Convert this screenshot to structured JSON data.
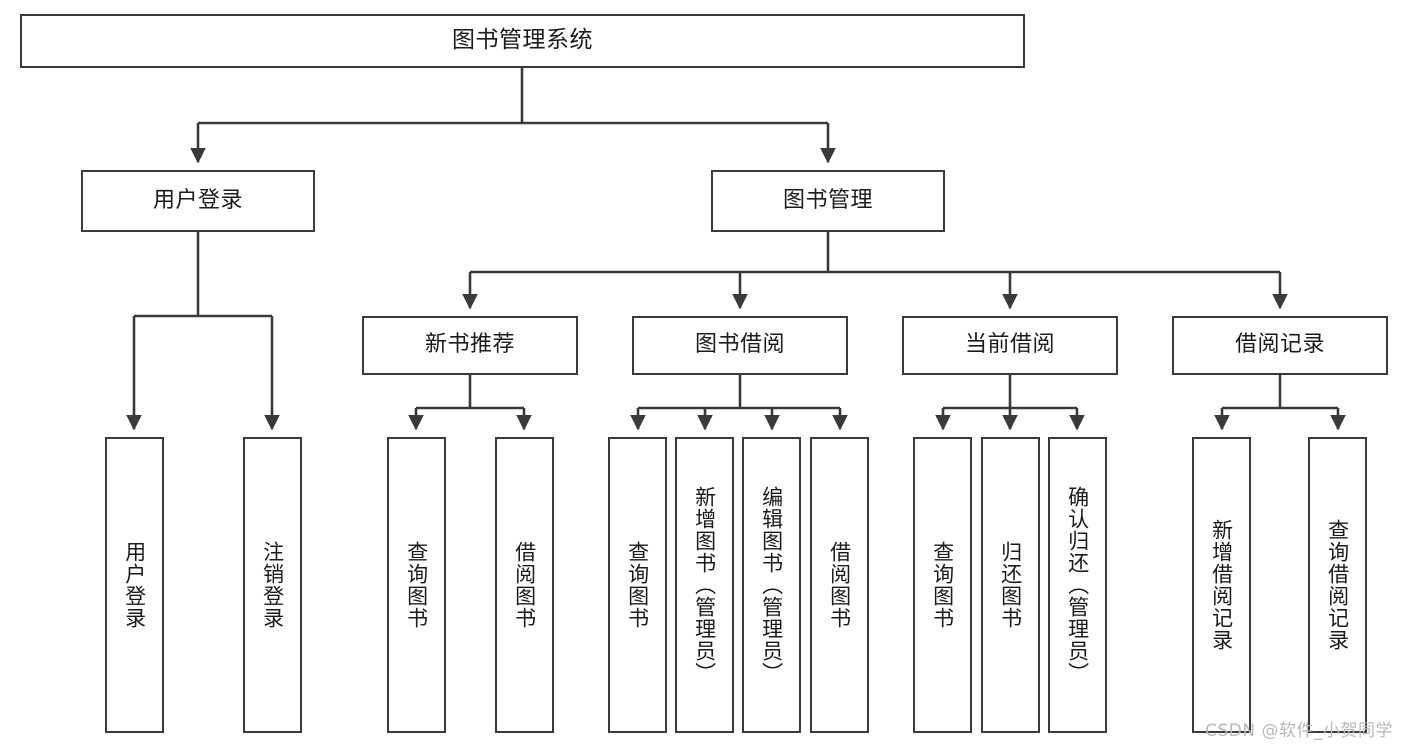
{
  "diagram": {
    "title": "图书管理系统",
    "type": "tree",
    "orientation": "top-down",
    "style": {
      "node_fill": "#ffffff",
      "node_border": "#3a3a3a",
      "edge_color": "#3a3a3a",
      "text_color": "#1b1b1b",
      "background": "#ffffff",
      "watermark_color": "#b9b9b9"
    },
    "nodes": {
      "root": {
        "id": "root",
        "label": "图书管理系统",
        "level": 1,
        "text_direction": "horizontal"
      },
      "level2": [
        {
          "id": "user-login",
          "label": "用户登录",
          "level": 2,
          "text_direction": "horizontal"
        },
        {
          "id": "book-manage",
          "label": "图书管理",
          "level": 2,
          "text_direction": "horizontal"
        }
      ],
      "level3": [
        {
          "id": "new-book-rec",
          "label": "新书推荐",
          "level": 3,
          "parent": "book-manage",
          "text_direction": "horizontal"
        },
        {
          "id": "book-borrow",
          "label": "图书借阅",
          "level": 3,
          "parent": "book-manage",
          "text_direction": "horizontal"
        },
        {
          "id": "current-borrow",
          "label": "当前借阅",
          "level": 3,
          "parent": "book-manage",
          "text_direction": "horizontal"
        },
        {
          "id": "borrow-record",
          "label": "借阅记录",
          "level": 3,
          "parent": "book-manage",
          "text_direction": "horizontal"
        }
      ],
      "leaves": [
        {
          "id": "leaf-user-login",
          "label": "用户登录",
          "parent": "user-login",
          "text_direction": "vertical"
        },
        {
          "id": "leaf-user-logout",
          "label": "注销登录",
          "parent": "user-login",
          "text_direction": "vertical"
        },
        {
          "id": "leaf-rec-query-book",
          "label": "查询图书",
          "parent": "new-book-rec",
          "text_direction": "vertical"
        },
        {
          "id": "leaf-rec-borrow-book",
          "label": "借阅图书",
          "parent": "new-book-rec",
          "text_direction": "vertical"
        },
        {
          "id": "leaf-borrow-query-book",
          "label": "查询图书",
          "parent": "book-borrow",
          "text_direction": "vertical"
        },
        {
          "id": "leaf-borrow-add-book",
          "label": "新增图书（管理员）",
          "parent": "book-borrow",
          "text_direction": "vertical"
        },
        {
          "id": "leaf-borrow-edit-book",
          "label": "编辑图书（管理员）",
          "parent": "book-borrow",
          "text_direction": "vertical"
        },
        {
          "id": "leaf-borrow-lend-book",
          "label": "借阅图书",
          "parent": "book-borrow",
          "text_direction": "vertical"
        },
        {
          "id": "leaf-current-query-book",
          "label": "查询图书",
          "parent": "current-borrow",
          "text_direction": "vertical"
        },
        {
          "id": "leaf-current-return-book",
          "label": "归还图书",
          "parent": "current-borrow",
          "text_direction": "vertical"
        },
        {
          "id": "leaf-current-confirm-return",
          "label": "确认归还（管理员）",
          "parent": "current-borrow",
          "text_direction": "vertical"
        },
        {
          "id": "leaf-record-add",
          "label": "新增借阅记录",
          "parent": "borrow-record",
          "text_direction": "vertical"
        },
        {
          "id": "leaf-record-query",
          "label": "查询借阅记录",
          "parent": "borrow-record",
          "text_direction": "vertical"
        }
      ]
    }
  },
  "watermark": {
    "text": "CSDN @软件_小贺同学"
  }
}
